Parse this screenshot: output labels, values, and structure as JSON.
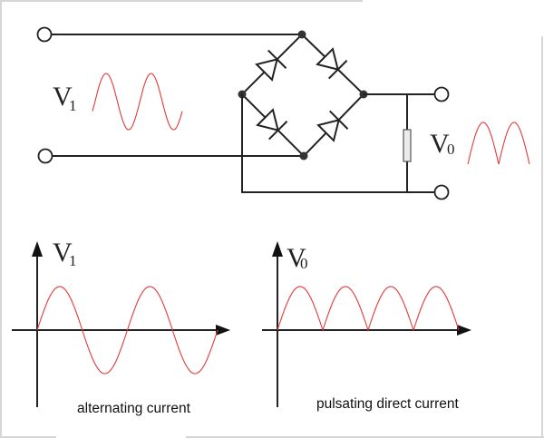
{
  "circuit": {
    "title": "Bridge rectifier",
    "input_label": "V",
    "input_label_sub": "1",
    "output_label": "V",
    "output_label_sub": "0",
    "components": [
      "4 diodes (bridge)",
      "load resistor"
    ],
    "wave_color": "#e23a3a"
  },
  "graphs": [
    {
      "axis_label": "V",
      "axis_label_sub": "1",
      "caption": "alternating current",
      "wave": "sine",
      "cycles": 2
    },
    {
      "axis_label": "V",
      "axis_label_sub": "0",
      "caption": "pulsating direct current",
      "wave": "rectified",
      "humps": 4
    }
  ]
}
